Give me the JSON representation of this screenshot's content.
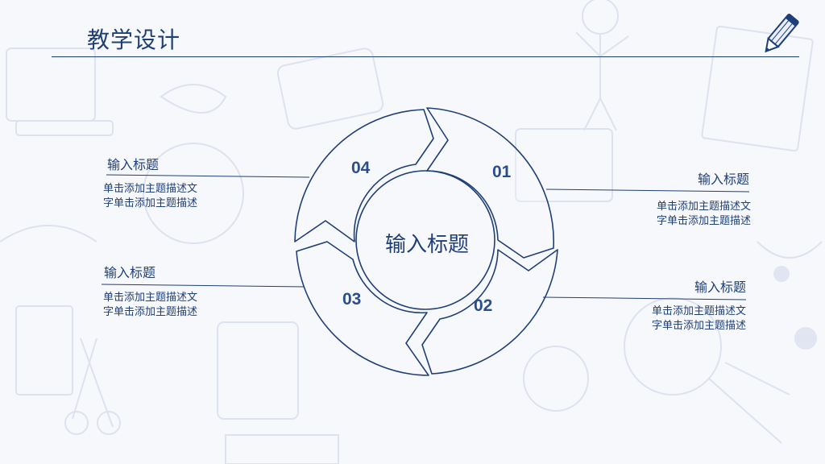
{
  "header": {
    "title": "教学设计"
  },
  "center": {
    "title": "输入标题"
  },
  "segments": {
    "s01": {
      "number": "01",
      "title": "输入标题",
      "desc_1": "单击添加主题描述文",
      "desc_2": "字单击添加主题描述"
    },
    "s02": {
      "number": "02",
      "title": "输入标题",
      "desc_1": "单击添加主题描述文",
      "desc_2": "字单击添加主题描述"
    },
    "s03": {
      "number": "03",
      "title": "输入标题",
      "desc_1": "单击添加主题描述文",
      "desc_2": "字单击添加主题描述"
    },
    "s04": {
      "number": "04",
      "title": "输入标题",
      "desc_1": "单击添加主题描述文",
      "desc_2": "字单击添加主题描述"
    }
  },
  "colors": {
    "accent": "#1f3f78",
    "background": "#f7f8fb",
    "doodle": "#dfe4f1"
  },
  "icons": {
    "header_icon": "pencil-icon"
  }
}
